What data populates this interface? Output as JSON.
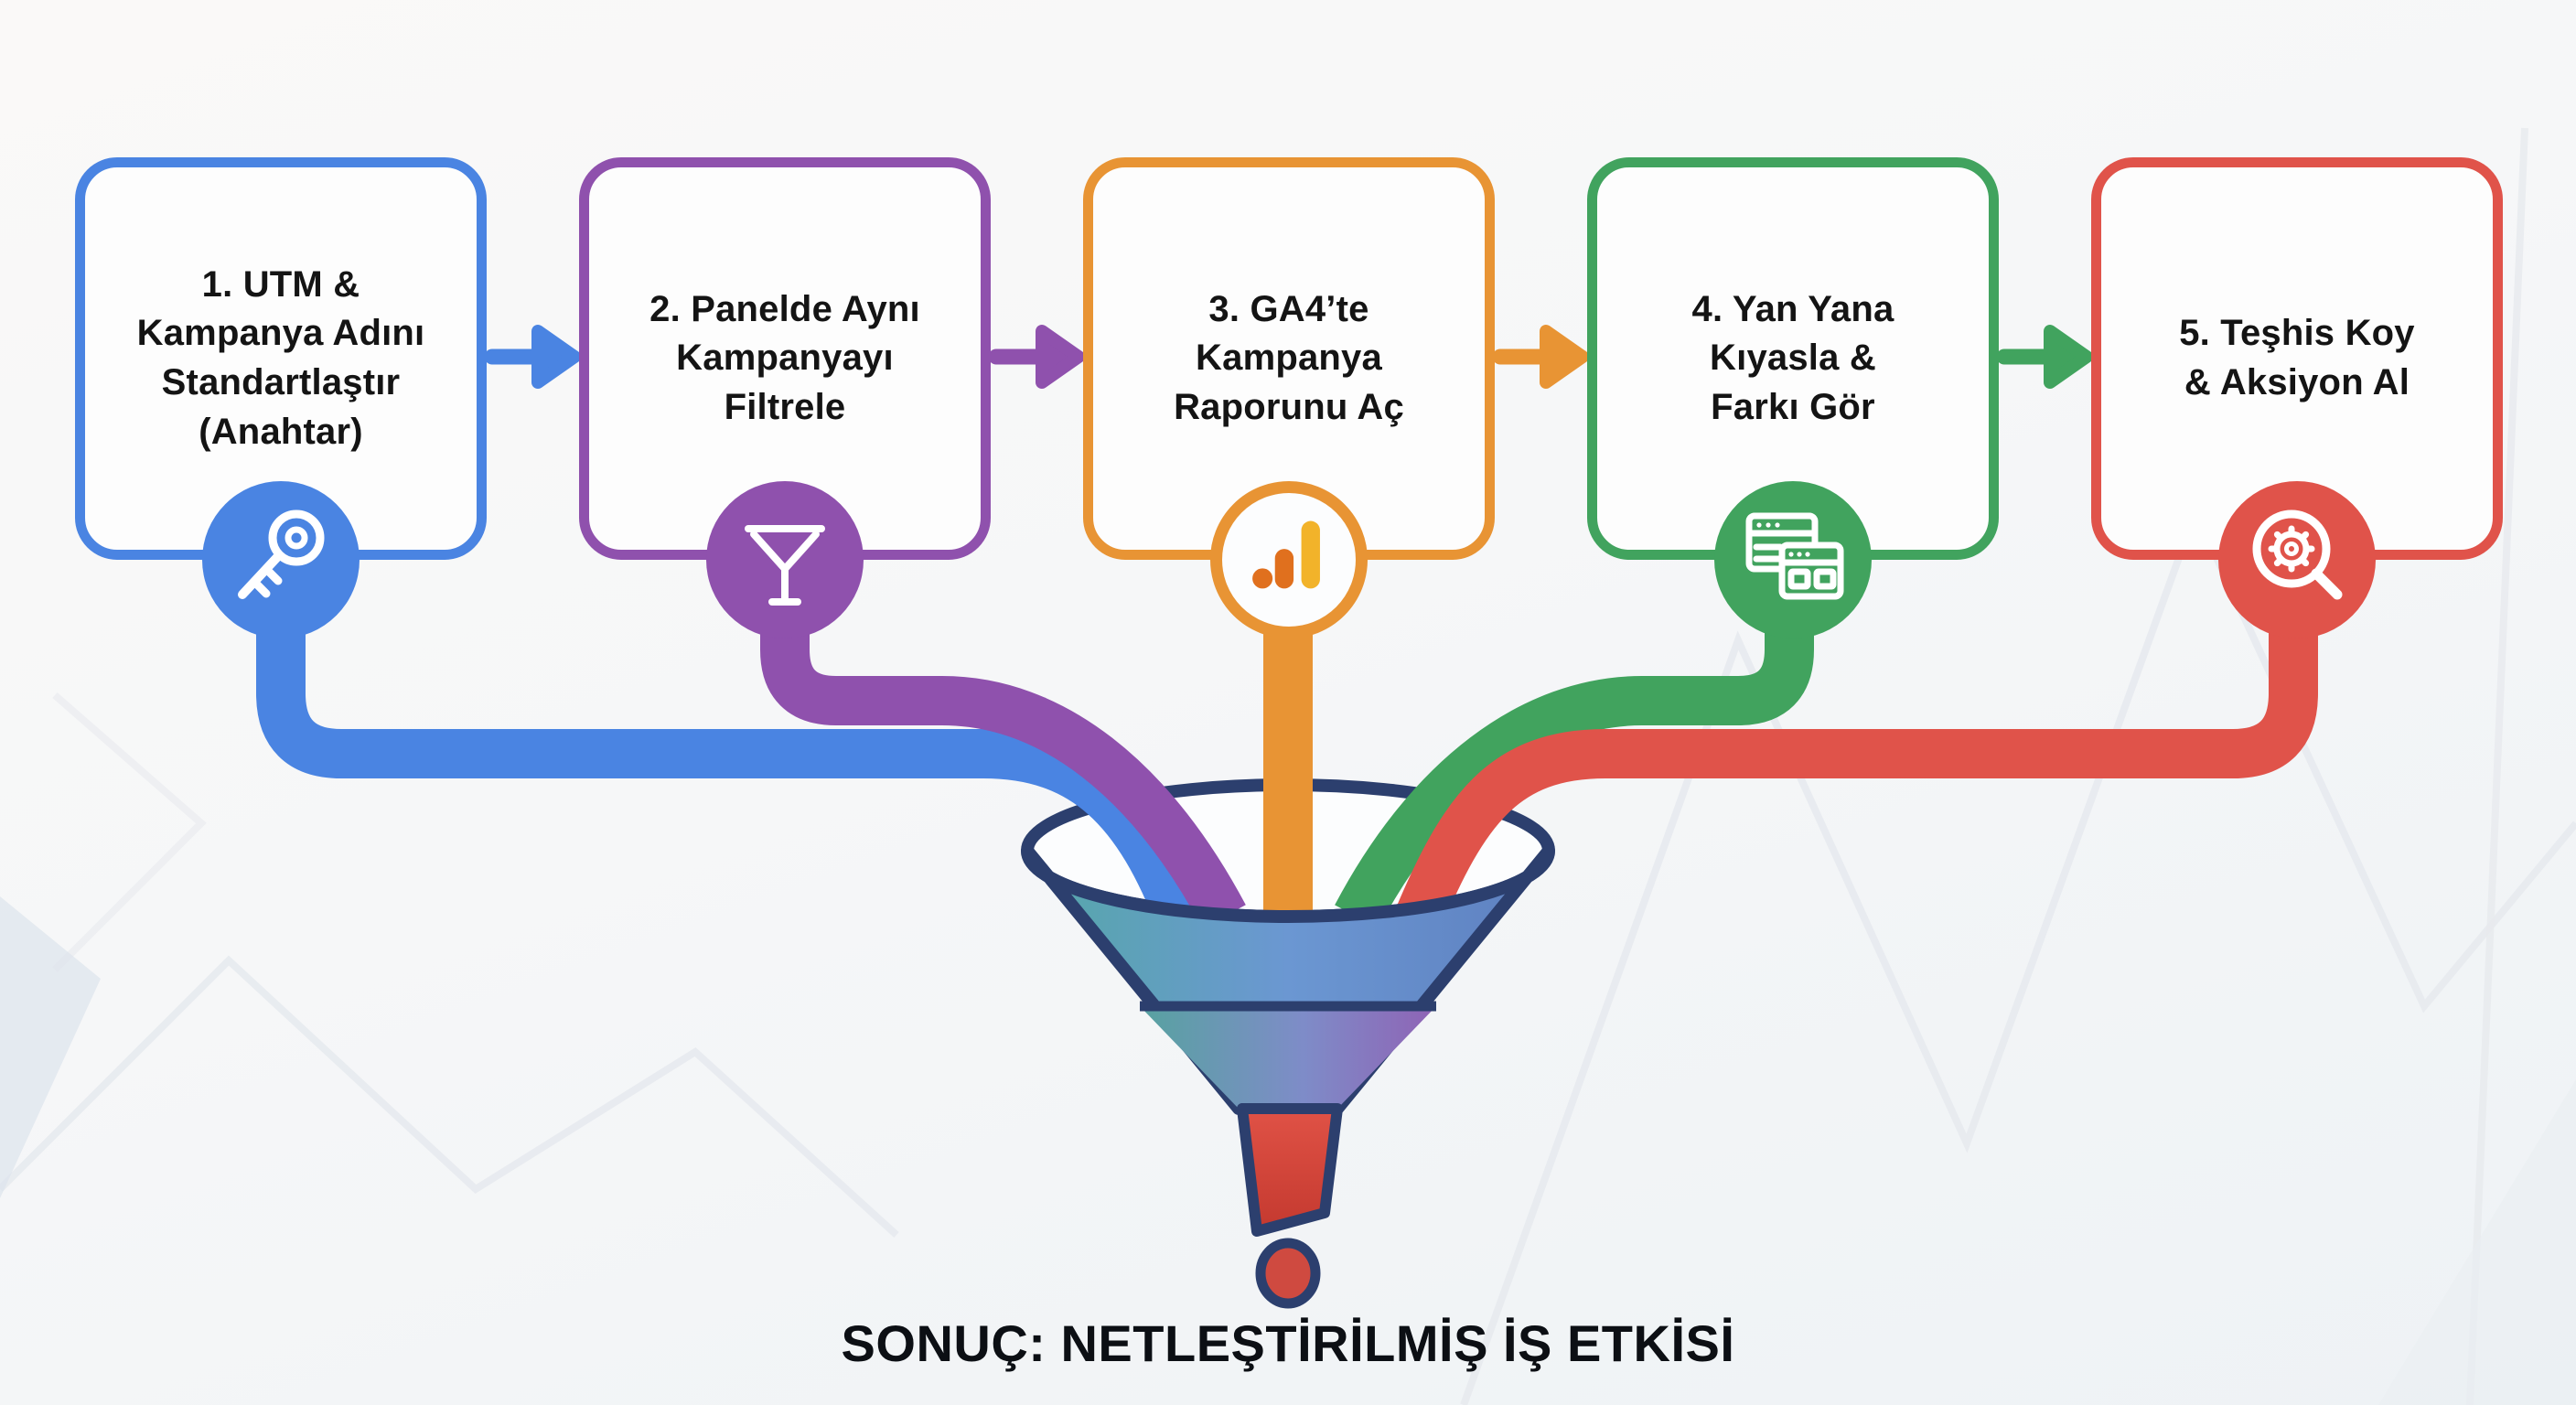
{
  "diagram": {
    "background": "#f6f7f8",
    "steps": [
      {
        "label": "1. UTM &\nKampanya Adını\nStandartlaştır\n(Anahtar)",
        "color": "#4a84e2",
        "icon": "key"
      },
      {
        "label": "2. Panelde Aynı\nKampanyayı\nFiltrele",
        "color": "#8f51ad",
        "icon": "filter-funnel"
      },
      {
        "label": "3. GA4’te\nKampanya\nRaporunu Aç",
        "color": "#e89434",
        "icon": "analytics-bars",
        "icon_colors": {
          "dot": "#e0701e",
          "mid_bar": "#e0701e",
          "tall_bar": "#f2b32a"
        }
      },
      {
        "label": "4. Yan Yana\nKıyasla &\nFarkı Gör",
        "color": "#41a35e",
        "icon": "browser-windows"
      },
      {
        "label": "5. Teşhis Koy\n& Aksiyon Al",
        "color": "#e0534a",
        "icon": "magnifier-gear"
      }
    ],
    "result_label": "SONUÇ: NETLEŞTİRİLMİŞ İŞ ETKİSİ",
    "funnel": {
      "outline": "#2c3f6e",
      "mouth": "#fcfdfe",
      "gradient_top": [
        "#55a8a8",
        "#6b97d2",
        "#5e80c0"
      ],
      "gradient_bottom": [
        "#57a2a0",
        "#7e8cc8",
        "#8f63b5"
      ],
      "spout_gradient": [
        "#e05246",
        "#c4392f"
      ],
      "drop": "#cf4a40"
    }
  }
}
